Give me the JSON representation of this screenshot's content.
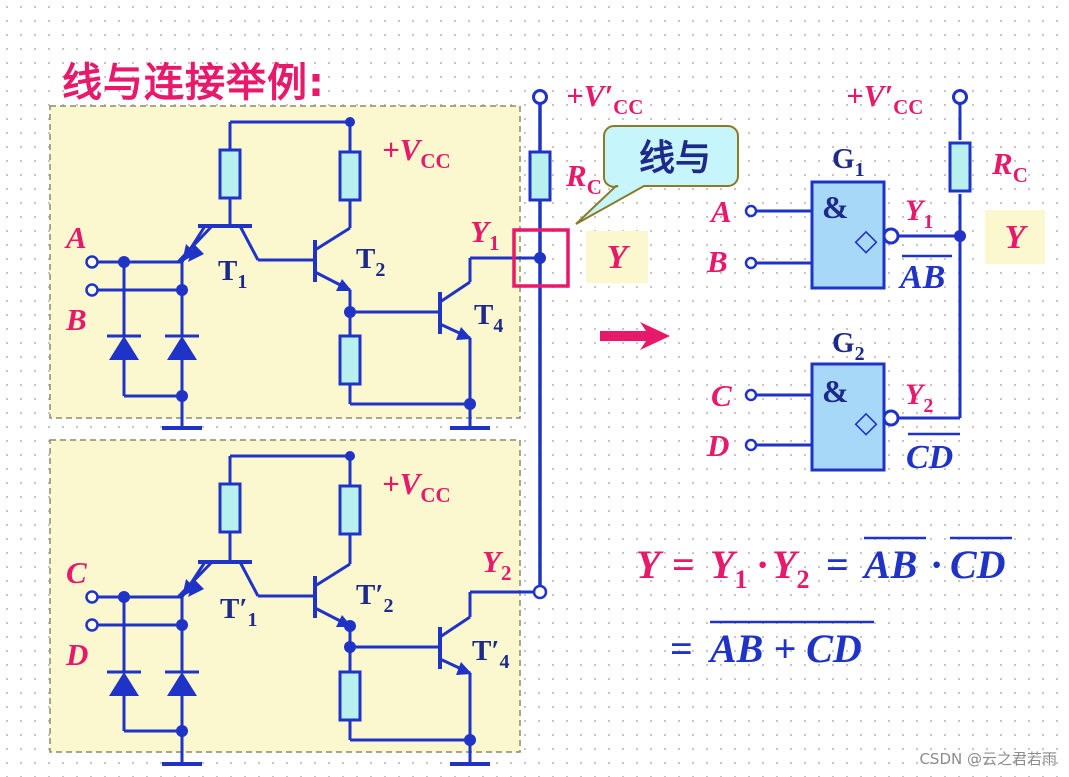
{
  "title": "线与连接举例:",
  "callout": "线与",
  "supply": {
    "vcc_prime": "+V′",
    "vcc_prime_sub": "CC",
    "vcc": "+V",
    "vcc_sub": "CC",
    "rc": "R",
    "rc_sub": "C"
  },
  "circuit_top": {
    "in_a": "A",
    "in_b": "B",
    "t1": "T",
    "t1_sub": "1",
    "t2": "T",
    "t2_sub": "2",
    "t4": "T",
    "t4_sub": "4",
    "y1": "Y",
    "y1_sub": "1"
  },
  "circuit_bottom": {
    "in_c": "C",
    "in_d": "D",
    "t1": "T′",
    "t1_sub": "1",
    "t2": "T′",
    "t2_sub": "2",
    "t4": "T′",
    "t4_sub": "4",
    "y2": "Y",
    "y2_sub": "2"
  },
  "output_y": "Y",
  "gates": {
    "g1": "G",
    "g1_sub": "1",
    "g2": "G",
    "g2_sub": "2",
    "symbol": "&",
    "oc_symbol": "◇",
    "in_a": "A",
    "in_b": "B",
    "in_c": "C",
    "in_d": "D",
    "y1": "Y",
    "y1_sub": "1",
    "y2": "Y",
    "y2_sub": "2",
    "out1": "AB",
    "out2": "CD",
    "y": "Y"
  },
  "equation": {
    "lhs": "Y",
    "eq": "=",
    "y1": "Y",
    "y1_sub": "1",
    "dot": "·",
    "y2": "Y",
    "y2_sub": "2",
    "ab": "AB",
    "cd": "CD",
    "sum": "AB + CD"
  },
  "watermark": "CSDN @云之君若雨"
}
